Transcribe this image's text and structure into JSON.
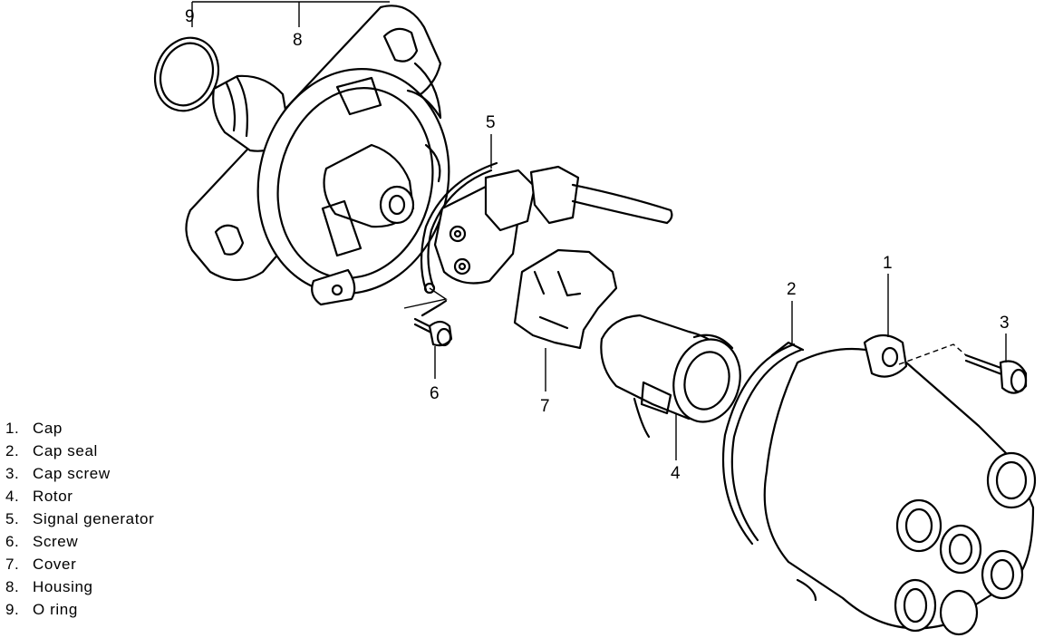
{
  "callouts": {
    "c1": "1",
    "c2": "2",
    "c3": "3",
    "c4": "4",
    "c5": "5",
    "c6": "6",
    "c7": "7",
    "c8": "8",
    "c9": "9"
  },
  "legend": [
    {
      "num": "1.",
      "label": "Cap"
    },
    {
      "num": "2.",
      "label": "Cap seal"
    },
    {
      "num": "3.",
      "label": "Cap screw"
    },
    {
      "num": "4.",
      "label": "Rotor"
    },
    {
      "num": "5.",
      "label": "Signal generator"
    },
    {
      "num": "6.",
      "label": "Screw"
    },
    {
      "num": "7.",
      "label": "Cover"
    },
    {
      "num": "8.",
      "label": "Housing"
    },
    {
      "num": "9.",
      "label": "O ring"
    }
  ]
}
